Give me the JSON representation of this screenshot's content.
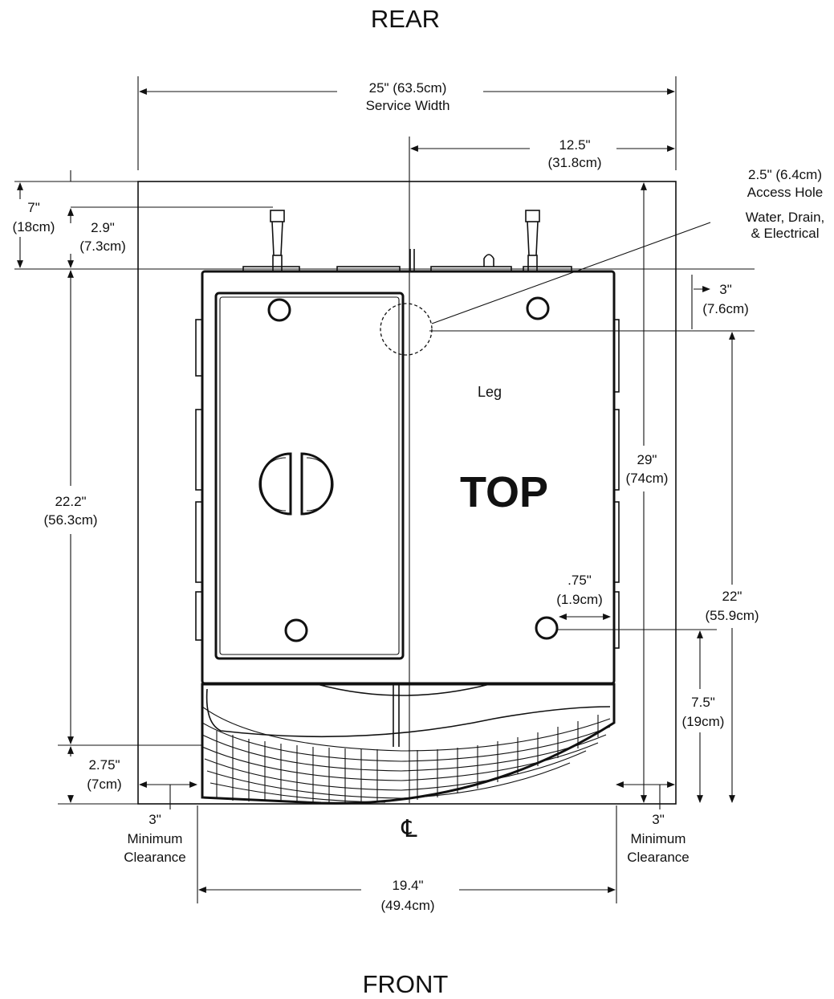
{
  "labels": {
    "rear": "REAR",
    "front": "FRONT",
    "top": "TOP",
    "leg": "Leg",
    "centerline": "℄"
  },
  "dimensions": {
    "service_width": [
      "25\" (63.5cm)",
      "Service Width"
    ],
    "half_width": [
      "12.5\"",
      "(31.8cm)"
    ],
    "access_hole": [
      "2.5\" (6.4cm)",
      "Access Hole",
      "Water, Drain,",
      "& Electrical"
    ],
    "rear_clearance": [
      "7\"",
      "(18cm)"
    ],
    "rear_offset": [
      "2.9\"",
      "(7.3cm)"
    ],
    "hole_from_back": [
      "3\"",
      "(7.6cm)"
    ],
    "total_depth": [
      "29\"",
      "(74cm)"
    ],
    "body_depth": [
      "22.2\"",
      "(56.3cm)"
    ],
    "leg_inset": [
      ".75\"",
      "(1.9cm)"
    ],
    "leg_span": [
      "22\"",
      "(55.9cm)"
    ],
    "leg_front": [
      "7.5\"",
      "(19cm)"
    ],
    "front_overhang": [
      "2.75\"",
      "(7cm)"
    ],
    "left_clearance": [
      "3\"",
      "Minimum",
      "Clearance"
    ],
    "right_clearance": [
      "3\"",
      "Minimum",
      "Clearance"
    ],
    "unit_width": [
      "19.4\"",
      "(49.4cm)"
    ]
  }
}
